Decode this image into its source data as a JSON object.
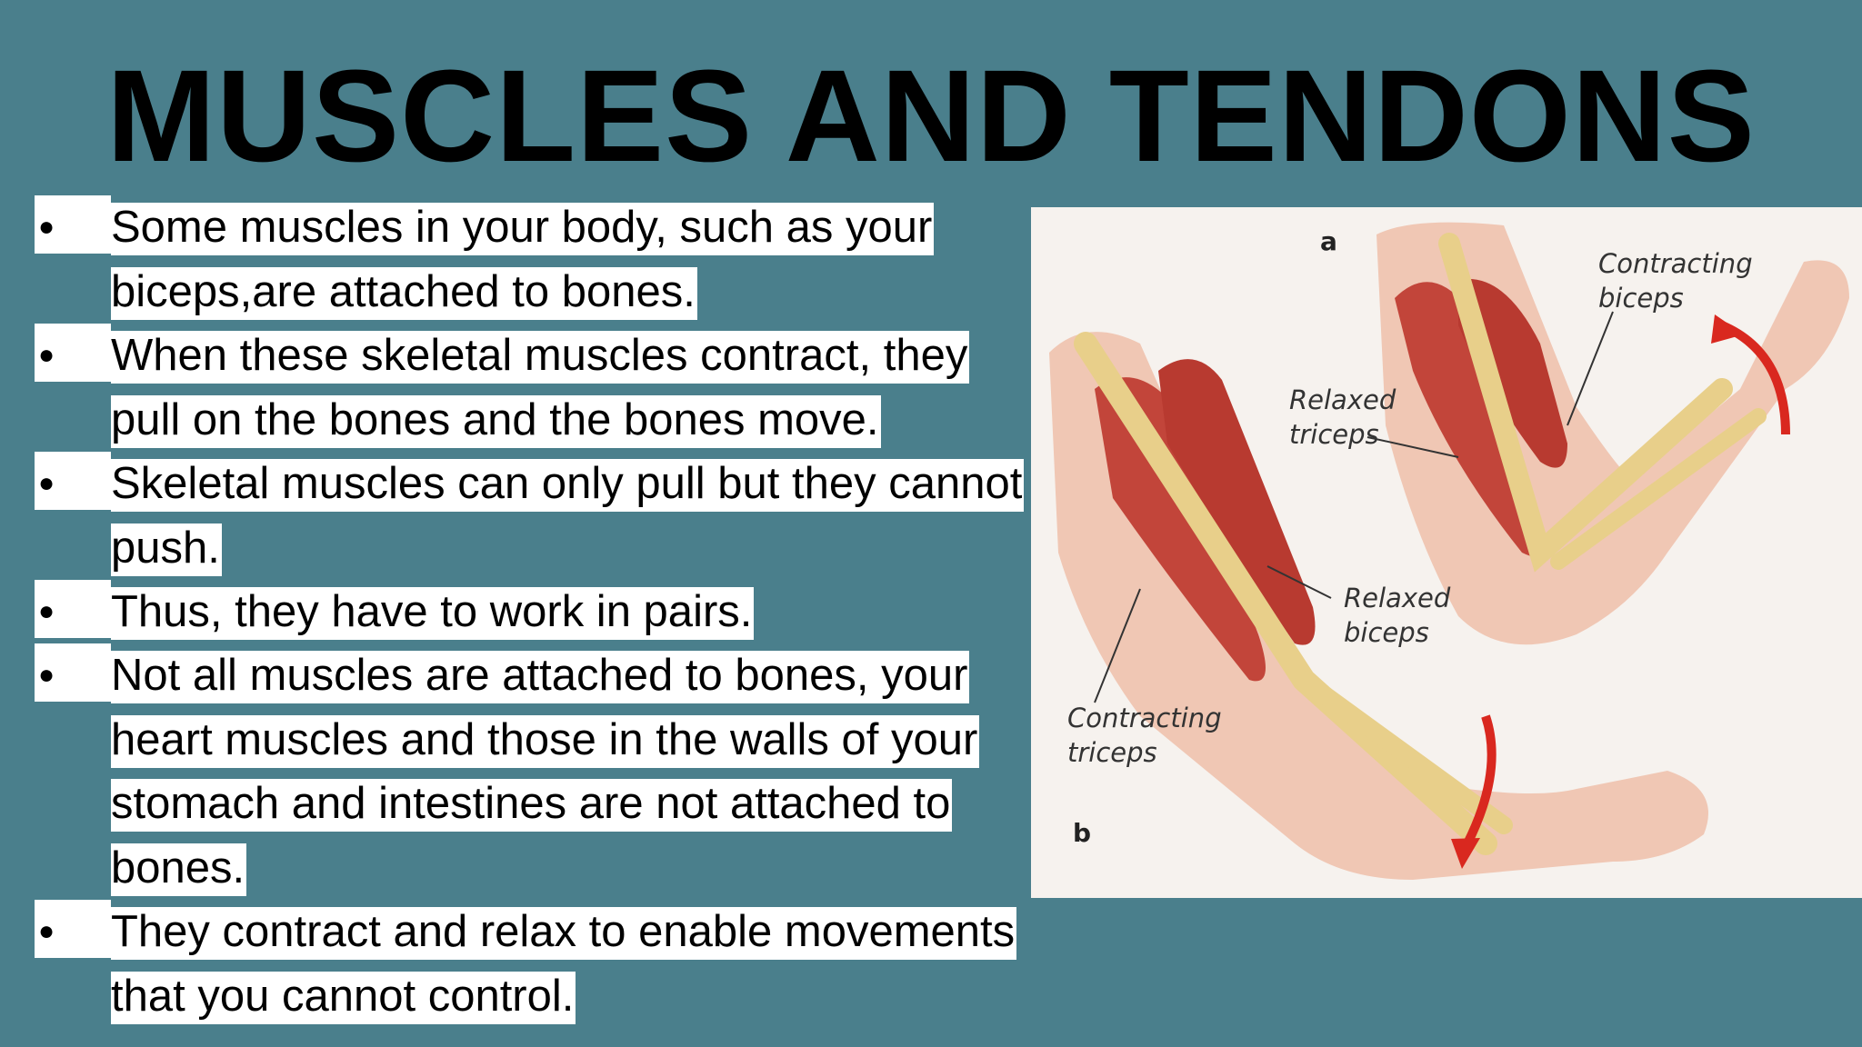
{
  "title": "MUSCLES AND TENDONS",
  "bullet_symbol": "●",
  "bullets": [
    "Some muscles in your body, such as your biceps,are attached to bones.",
    "When these skeletal muscles contract, they pull on the bones and the bones move.",
    "Skeletal muscles can only pull but they cannot push.",
    "Thus, they have to work in pairs.",
    "Not all muscles are attached to bones, your heart muscles and those in the walls of your stomach and intestines are not attached to bones.",
    "They contract and relax to enable movements that you cannot control."
  ],
  "figure": {
    "panel_a": "a",
    "panel_b": "b",
    "contracting_biceps_1": "Contracting",
    "contracting_biceps_2": "biceps",
    "relaxed_triceps_1": "Relaxed",
    "relaxed_triceps_2": "triceps",
    "relaxed_biceps_1": "Relaxed",
    "relaxed_biceps_2": "biceps",
    "contracting_triceps_1": "Contracting",
    "contracting_triceps_2": "triceps"
  },
  "colors": {
    "background": "#4a7f8c",
    "muscle": "#c2453a",
    "bone": "#e8cf8a",
    "skin": "#f0c7b4",
    "arrow": "#d9281f"
  }
}
